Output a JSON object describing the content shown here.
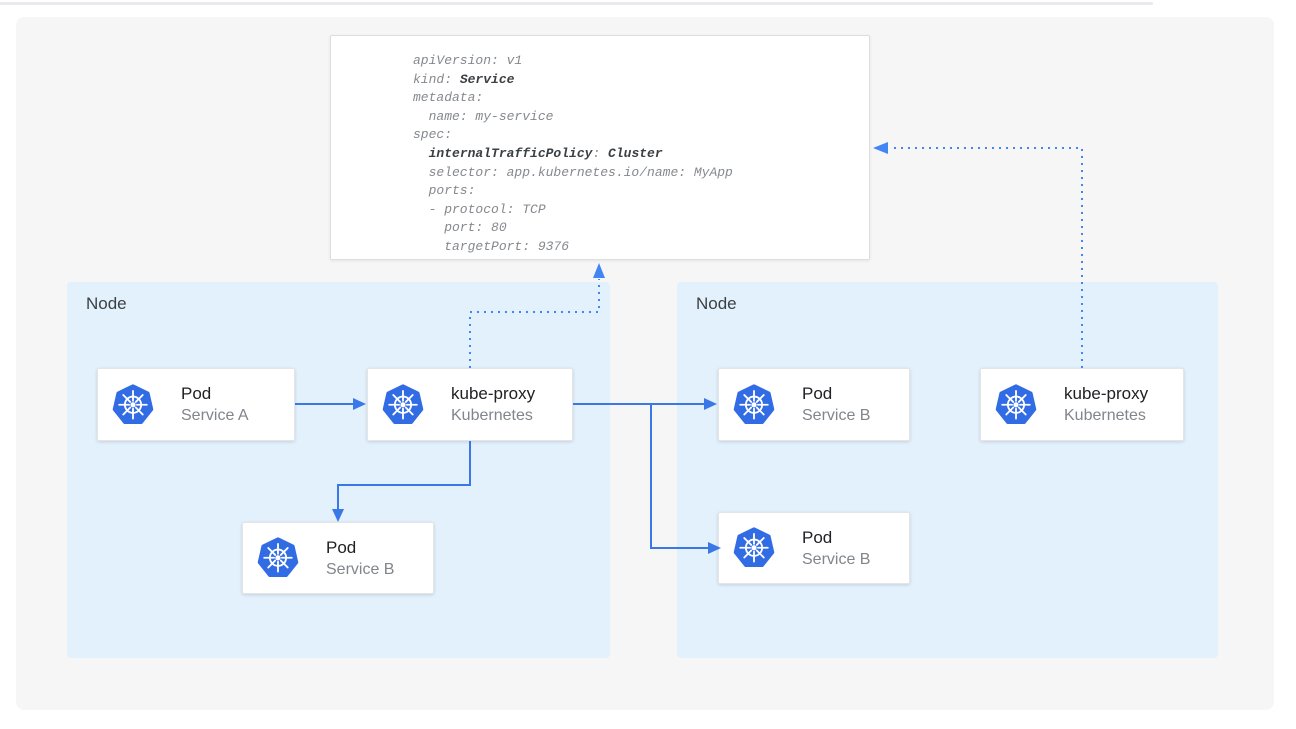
{
  "diagram": {
    "yaml_card": {
      "lines": [
        {
          "parts": [
            {
              "t": "apiVersion: v1",
              "b": false
            }
          ]
        },
        {
          "parts": [
            {
              "t": "kind",
              "b": false
            },
            {
              "t": ": ",
              "b": false
            },
            {
              "t": "Service",
              "b": true
            }
          ]
        },
        {
          "parts": [
            {
              "t": "metadata:",
              "b": false
            }
          ]
        },
        {
          "parts": [
            {
              "t": "  name: my-service",
              "b": false
            }
          ]
        },
        {
          "parts": [
            {
              "t": "spec:",
              "b": false
            }
          ]
        },
        {
          "parts": [
            {
              "t": "  ",
              "b": false
            },
            {
              "t": "internalTrafficPolicy",
              "b": true
            },
            {
              "t": ": ",
              "b": false
            },
            {
              "t": "Cluster",
              "b": true
            }
          ]
        },
        {
          "parts": [
            {
              "t": "  selector: app.kubernetes.io/name: MyApp",
              "b": false
            }
          ]
        },
        {
          "parts": [
            {
              "t": "  ports:",
              "b": false
            }
          ]
        },
        {
          "parts": [
            {
              "t": "  - protocol: TCP",
              "b": false
            }
          ]
        },
        {
          "parts": [
            {
              "t": "    port: 80",
              "b": false
            }
          ]
        },
        {
          "parts": [
            {
              "t": "    targetPort: 9376",
              "b": false
            }
          ]
        }
      ]
    },
    "nodes": [
      {
        "label": "Node",
        "cards": [
          {
            "icon": "kubernetes-helm-icon",
            "title": "Pod",
            "subtitle": "Service A"
          },
          {
            "icon": "kubernetes-helm-icon",
            "title": "kube-proxy",
            "subtitle": "Kubernetes"
          },
          {
            "icon": "kubernetes-helm-icon",
            "title": "Pod",
            "subtitle": "Service B"
          }
        ]
      },
      {
        "label": "Node",
        "cards": [
          {
            "icon": "kubernetes-helm-icon",
            "title": "Pod",
            "subtitle": "Service B"
          },
          {
            "icon": "kubernetes-helm-icon",
            "title": "kube-proxy",
            "subtitle": "Kubernetes"
          },
          {
            "icon": "kubernetes-helm-icon",
            "title": "Pod",
            "subtitle": "Service B"
          }
        ]
      }
    ],
    "colors": {
      "kubernetes_blue": "#326CE5",
      "solid_arrow_blue": "#3B78E7",
      "dotted_arrow_blue": "#4285F4",
      "node_background": "#E3F1FD",
      "panel_background": "#F6F6F6"
    }
  }
}
